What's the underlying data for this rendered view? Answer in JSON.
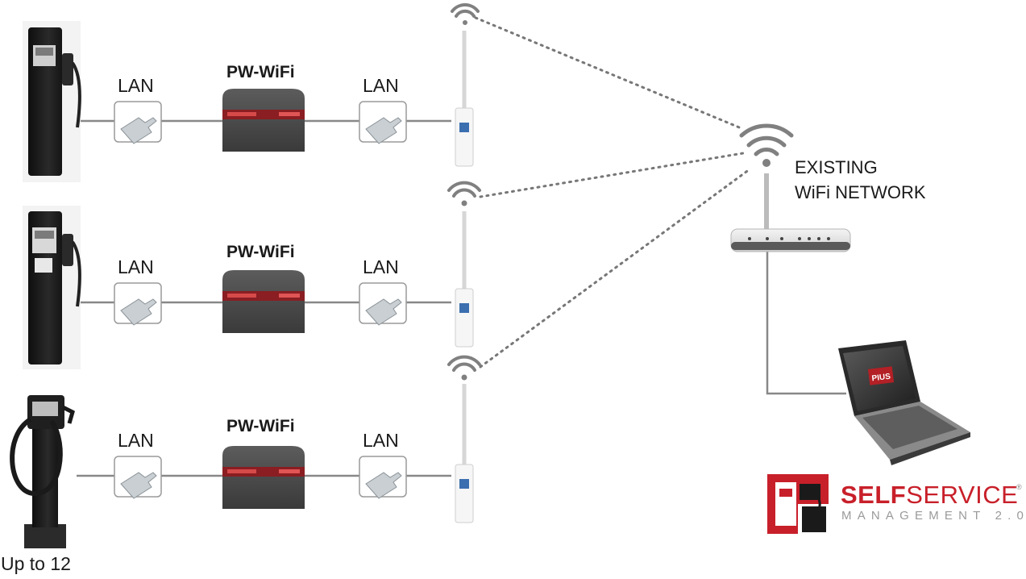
{
  "rows": [
    {
      "lan_left": "LAN",
      "device": "PW-WiFi",
      "lan_right": "LAN"
    },
    {
      "lan_left": "LAN",
      "device": "PW-WiFi",
      "lan_right": "LAN"
    },
    {
      "lan_left": "LAN",
      "device": "PW-WiFi",
      "lan_right": "LAN"
    }
  ],
  "network": {
    "line1": "EXISTING",
    "line2": "WiFi NETWORK"
  },
  "footer": {
    "count_note": "Up to 12"
  },
  "logo": {
    "self": "SELF",
    "service": "SERVICE",
    "registered": "®",
    "subtitle": "MANAGEMENT 2.0",
    "laptop_screen_text": "PIUS"
  },
  "colors": {
    "accent_red": "#c8202a",
    "link_line": "#888888",
    "dotted_link": "#777777",
    "device_body": "#4a4a4a",
    "pump_body": "#1c1c1c"
  }
}
